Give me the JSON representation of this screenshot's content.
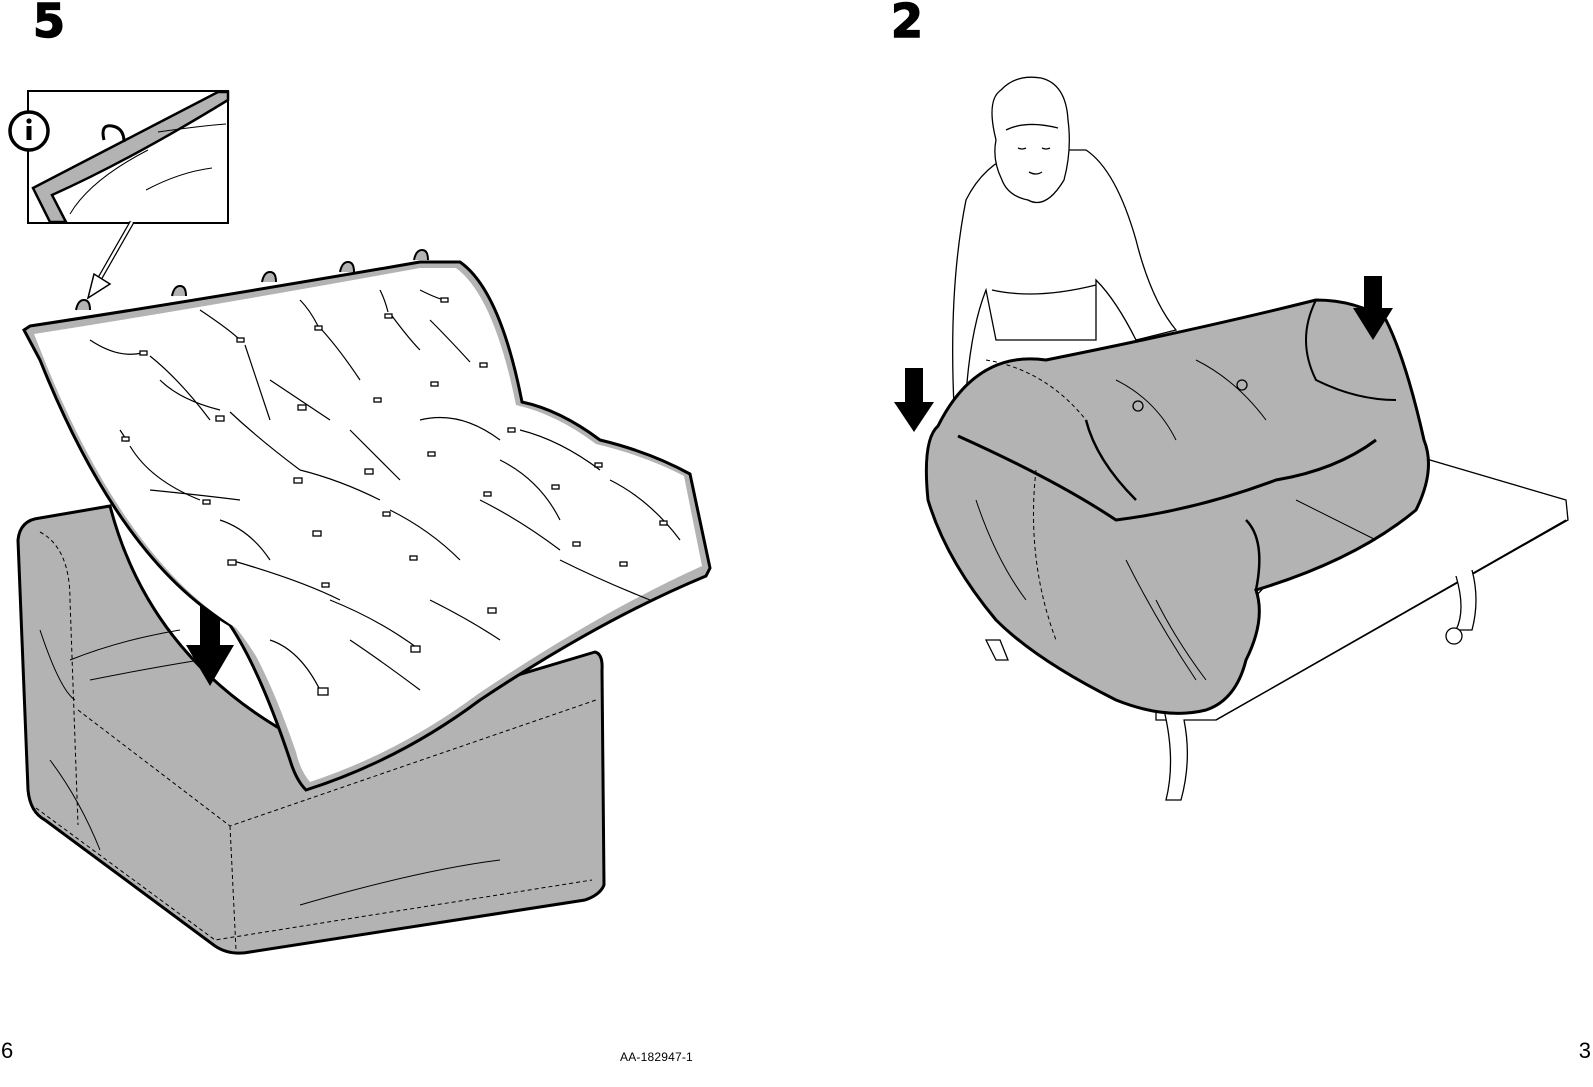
{
  "spread": {
    "left_page": {
      "step_number": "5",
      "page_number": "6",
      "info_icon": "info-icon",
      "illustration": "quilted-cushion-being-placed-on-gray-covered-chair-seat",
      "arrow_icon": "arrow-down-icon"
    },
    "right_page": {
      "step_number": "2",
      "page_number": "3",
      "illustration": "person-pulling-gray-cover-over-sofa-bed",
      "arrow_icons": [
        "arrow-down-icon",
        "arrow-down-icon"
      ]
    },
    "document_code": "AA-182947-1"
  },
  "colors": {
    "fabric_gray": "#b3b3b3",
    "outline": "#000000",
    "background": "#ffffff"
  }
}
